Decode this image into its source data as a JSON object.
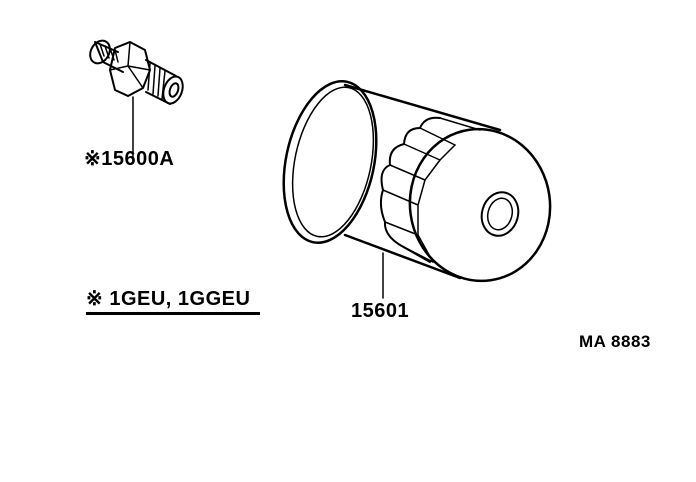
{
  "diagram": {
    "parts": [
      {
        "id": "union_fitting",
        "label": "15600A",
        "marker": "※"
      },
      {
        "id": "oil_filter",
        "label": "15601"
      }
    ],
    "note": {
      "marker": "※",
      "text": "1GEU, 1GGEU"
    },
    "figure_code": "MA  8883"
  },
  "labels": {
    "part1": "※15600A",
    "part2": "15601",
    "note": "※ 1GEU, 1GGEU",
    "figure_code": "MA  8883"
  }
}
